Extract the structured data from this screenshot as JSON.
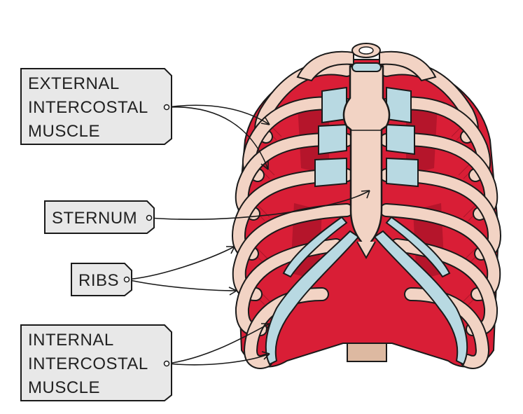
{
  "labels": {
    "external": [
      "EXTERNAL",
      "INTERCOSTAL",
      "MUSCLE"
    ],
    "sternum": "STERNUM",
    "ribs": "RIBS",
    "internal": [
      "INTERNAL",
      "INTERCOSTAL",
      "MUSCLE"
    ]
  },
  "colors": {
    "bone": "#f2d3c4",
    "muscle": "#d91e36",
    "muscle_dark": "#b5152b",
    "cartilage": "#b8d9e2",
    "spine": "#ddb9a1",
    "outline": "#1a1a1a",
    "tag_fill": "#e8e8e8"
  }
}
